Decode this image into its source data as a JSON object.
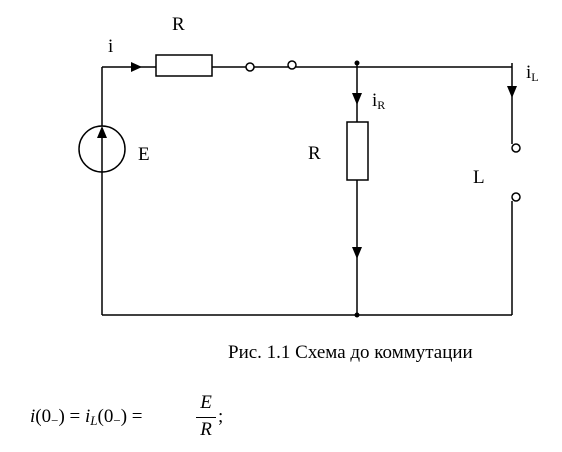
{
  "labels": {
    "current_i": "i",
    "resistor_top": "R",
    "source": "E",
    "current_iR_main": "i",
    "current_iR_sub": "R",
    "resistor_middle": "R",
    "current_iL_main": "i",
    "current_iL_sub": "L",
    "inductor": "L"
  },
  "caption": "Рис. 1.1 Схема до коммутации",
  "formula": {
    "lhs_i": "i",
    "lhs_arg": "(0",
    "lhs_minus": "−",
    "lhs_close": ") = ",
    "mid_i": "i",
    "mid_sub": "L",
    "mid_arg": "(0",
    "mid_minus": "−",
    "mid_close": ") = ",
    "numerator": "E",
    "denominator": "R",
    "semicolon": ";"
  }
}
